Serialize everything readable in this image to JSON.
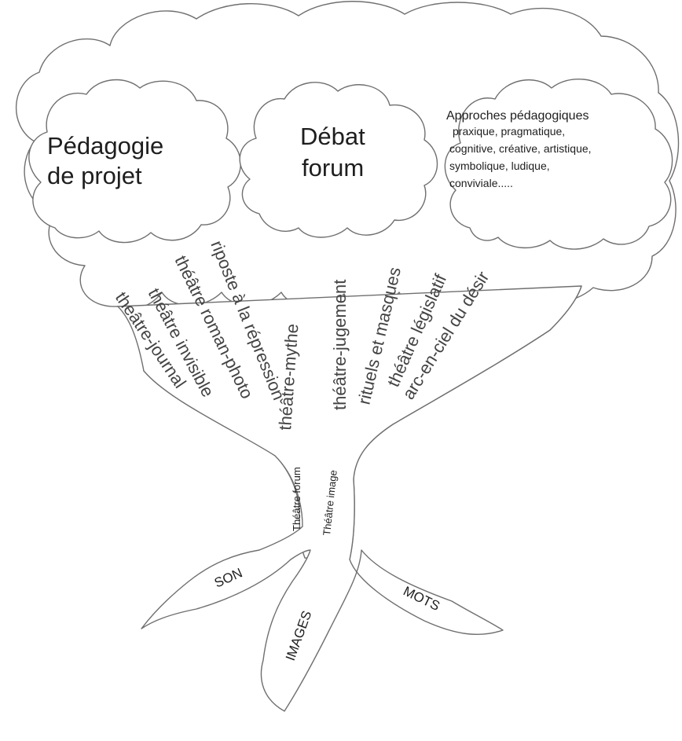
{
  "clouds": {
    "left": {
      "line1": "Pédagogie",
      "line2": "de projet"
    },
    "middle": {
      "line1": "Débat",
      "line2": "forum"
    },
    "right": {
      "title": "Approches pédagogiques",
      "lines": [
        "praxique, pragmatique,",
        "cognitive, créative, artistique,",
        "symbolique, ludique,",
        "conviviale....."
      ]
    }
  },
  "branches": [
    "theâtre-journal",
    "théâtre invisible",
    "théâtre roman-photo",
    "riposte à la répression",
    "théâtre-mythe",
    "théâtre-jugement",
    "rituels et masques",
    "théâtre législatif",
    "arc-en-ciel du désir"
  ],
  "trunk": {
    "left_label": "Théâtre forum",
    "right_label": "Théâtre image"
  },
  "roots": {
    "left": "SON",
    "middle": "IMAGES",
    "right": "MOTS"
  }
}
